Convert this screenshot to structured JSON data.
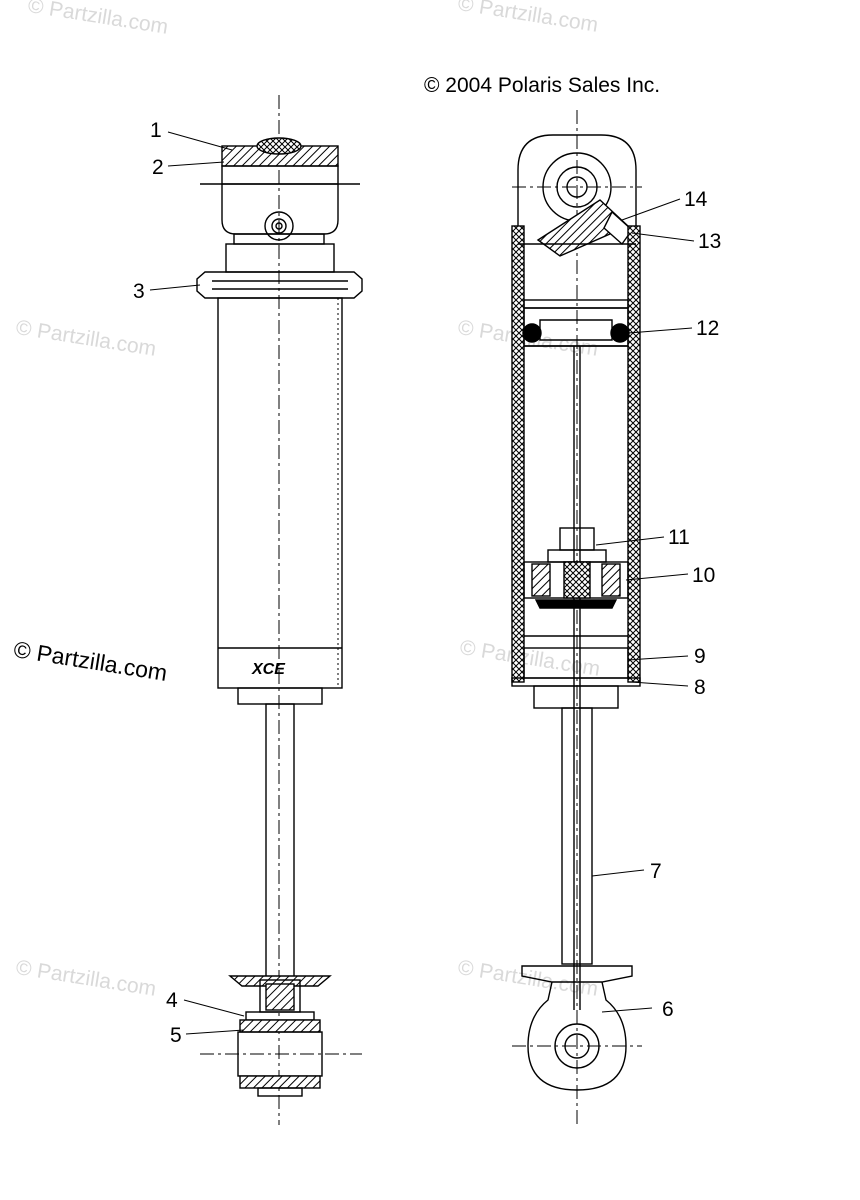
{
  "copyright": "© 2004 Polaris Sales Inc.",
  "watermarks": {
    "light": "© Partzilla.com",
    "dark": "© Partzilla.com"
  },
  "decal_text": "XCE",
  "callouts": {
    "c1": "1",
    "c2": "2",
    "c3": "3",
    "c4": "4",
    "c5": "5",
    "c6": "6",
    "c7": "7",
    "c8": "8",
    "c9": "9",
    "c10": "10",
    "c11": "11",
    "c12": "12",
    "c13": "13",
    "c14": "14"
  },
  "colors": {
    "line": "#000000",
    "watermark": "#d9d9d9",
    "background": "#ffffff"
  }
}
